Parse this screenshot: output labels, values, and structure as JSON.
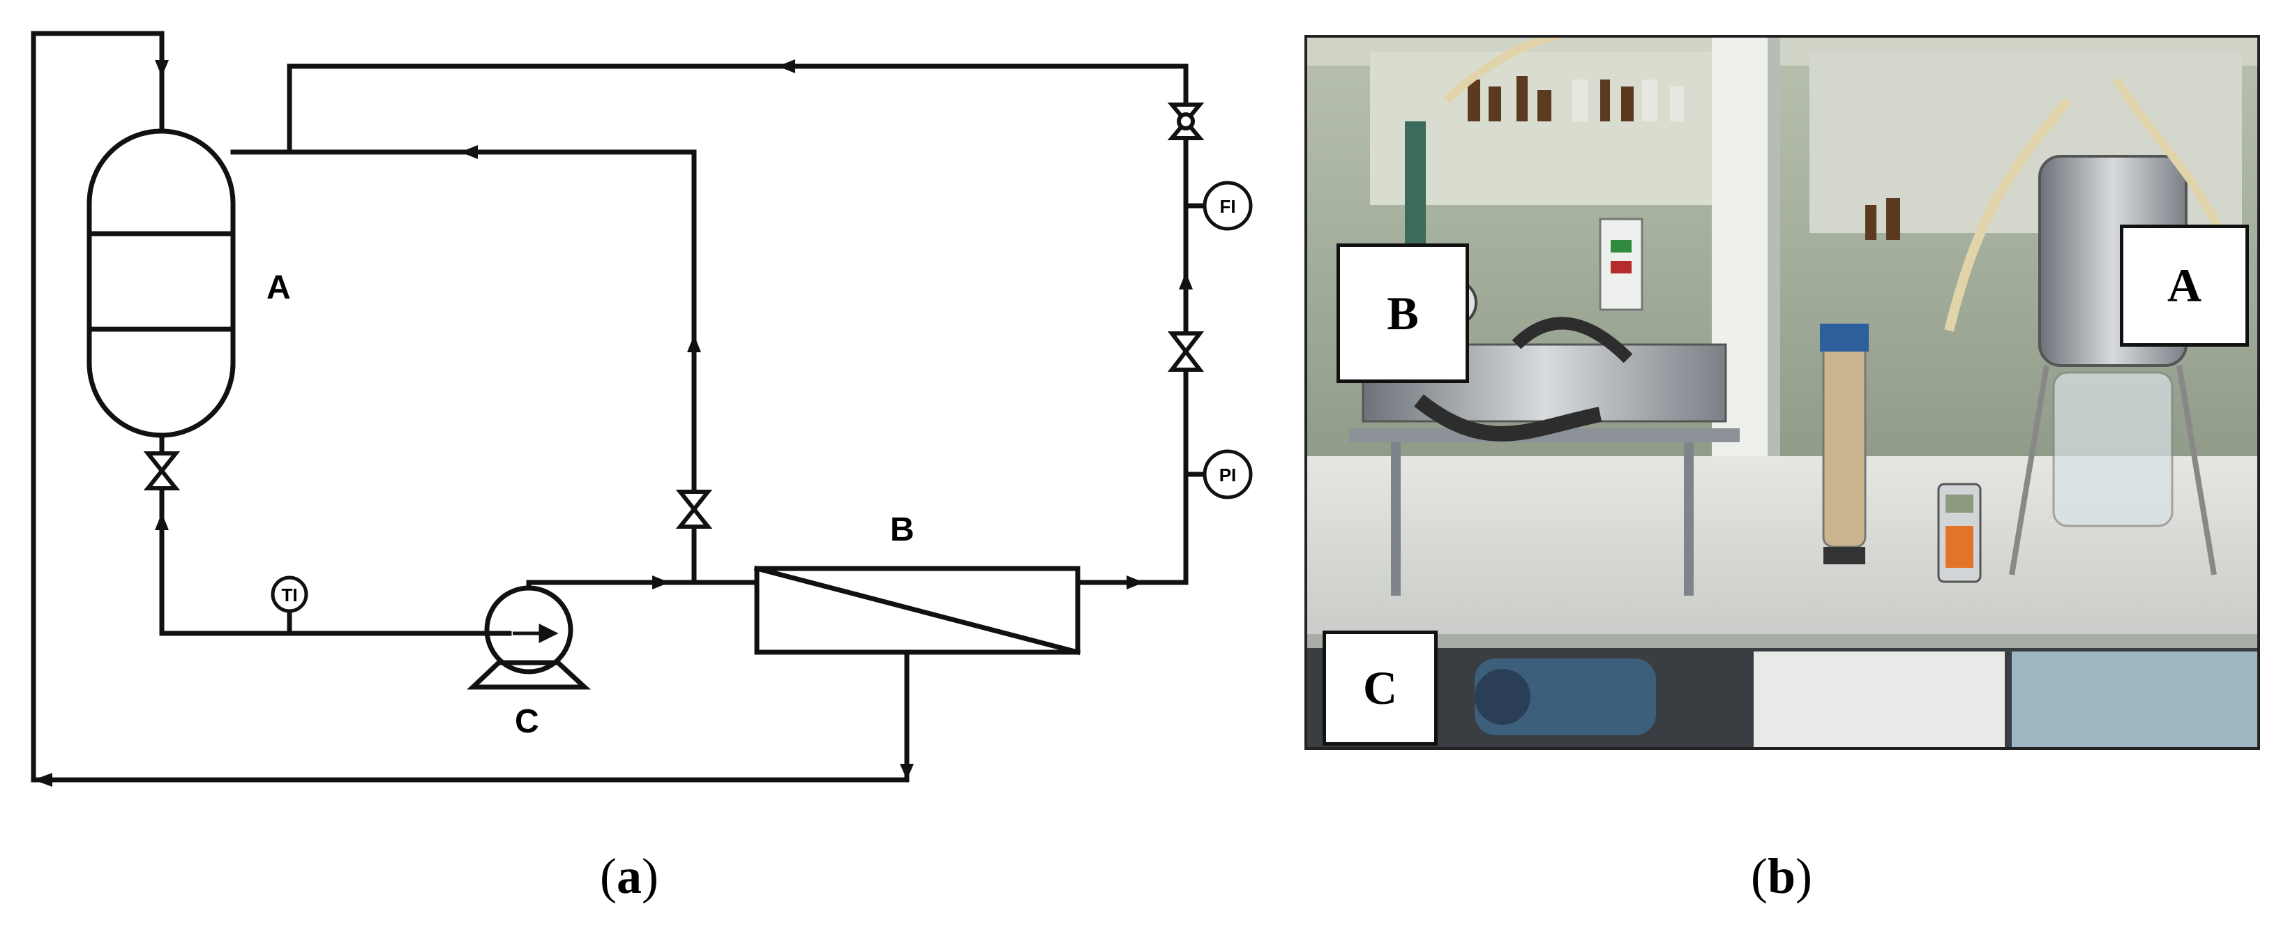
{
  "panel_a": {
    "labels": {
      "tank": "A",
      "membrane_module": "B",
      "pump": "C",
      "temperature_indicator": "TI",
      "flow_indicator": "FI",
      "pressure_indicator": "PI"
    }
  },
  "panel_b": {
    "labels": {
      "tank": "A",
      "membrane_module": "B",
      "pump": "C"
    }
  },
  "captions": {
    "a_open": "(",
    "a_letter": "a",
    "a_close": ")",
    "b_open": "(",
    "b_letter": "b",
    "b_close": ")"
  }
}
